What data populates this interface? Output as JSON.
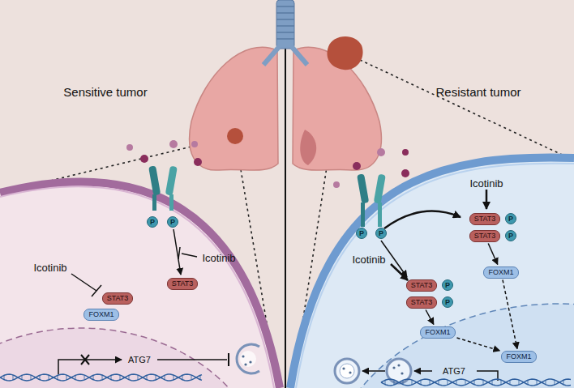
{
  "diagram": {
    "nodes": [
      {
        "text": [
          "P"
        ]
      },
      {
        "text": [
          "P"
        ]
      },
      {
        "text": [
          "STAT3"
        ]
      },
      {
        "text": [
          "STAT3"
        ]
      },
      {
        "text": [
          "FOXM1"
        ]
      },
      {
        "text": [
          "P"
        ]
      },
      {
        "text": [
          "P"
        ]
      },
      {
        "text": [
          "STAT3"
        ]
      },
      {
        "text": [
          "P"
        ]
      },
      {
        "text": [
          "STAT3"
        ]
      },
      {
        "text": [
          "P"
        ]
      },
      {
        "text": [
          "FOXM1"
        ]
      },
      {
        "text": [
          "STAT3"
        ]
      },
      {
        "text": [
          "P"
        ]
      },
      {
        "text": [
          "STAT3"
        ]
      },
      {
        "text": [
          "P"
        ]
      },
      {
        "text": [
          "FOXM1"
        ]
      },
      {
        "text": [
          "FOXM1"
        ]
      }
    ],
    "edges": [
      {
        "from": 9,
        "to": 11,
        "arrow": "to"
      },
      {
        "from": 14,
        "to": 16,
        "arrow": "to"
      },
      {
        "from": 11,
        "to": 17,
        "arrow": "to"
      },
      {
        "from": 16,
        "to": 17,
        "arrow": "to"
      }
    ],
    "labels": [
      "Sensitive tumor",
      "Resistant tumor",
      "Icotinib",
      "Icotinib",
      "Icotinib",
      "Icotinib",
      "ATG7",
      "ATG7"
    ]
  }
}
